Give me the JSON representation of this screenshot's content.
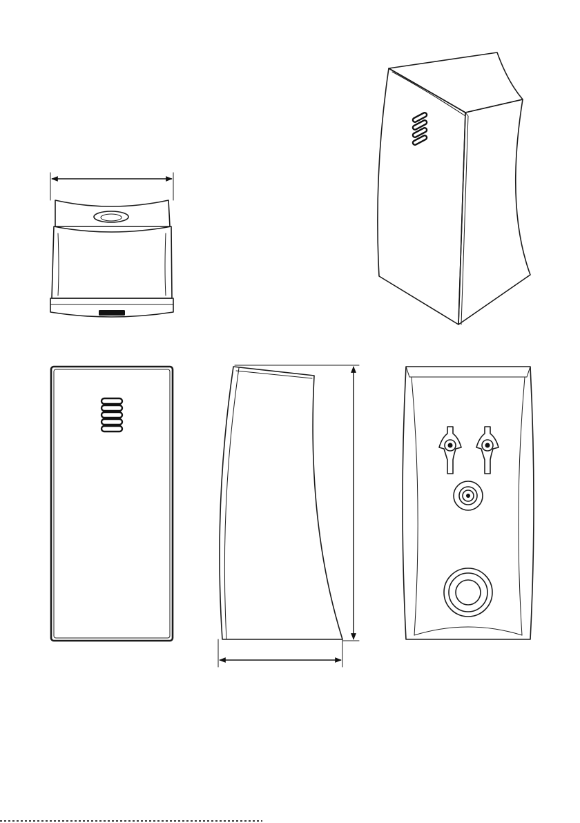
{
  "figure": {
    "views": [
      {
        "key": "top",
        "has_dimension": true
      },
      {
        "key": "iso",
        "has_dimension": false
      },
      {
        "key": "front",
        "has_dimension": false
      },
      {
        "key": "side",
        "has_dimension": true
      },
      {
        "key": "back",
        "has_dimension": false
      }
    ],
    "vent_slots": 5,
    "mounting_screws": 2,
    "colors": {
      "line": "#1a1a1a",
      "background": "#ffffff",
      "badge": "#111111"
    }
  }
}
